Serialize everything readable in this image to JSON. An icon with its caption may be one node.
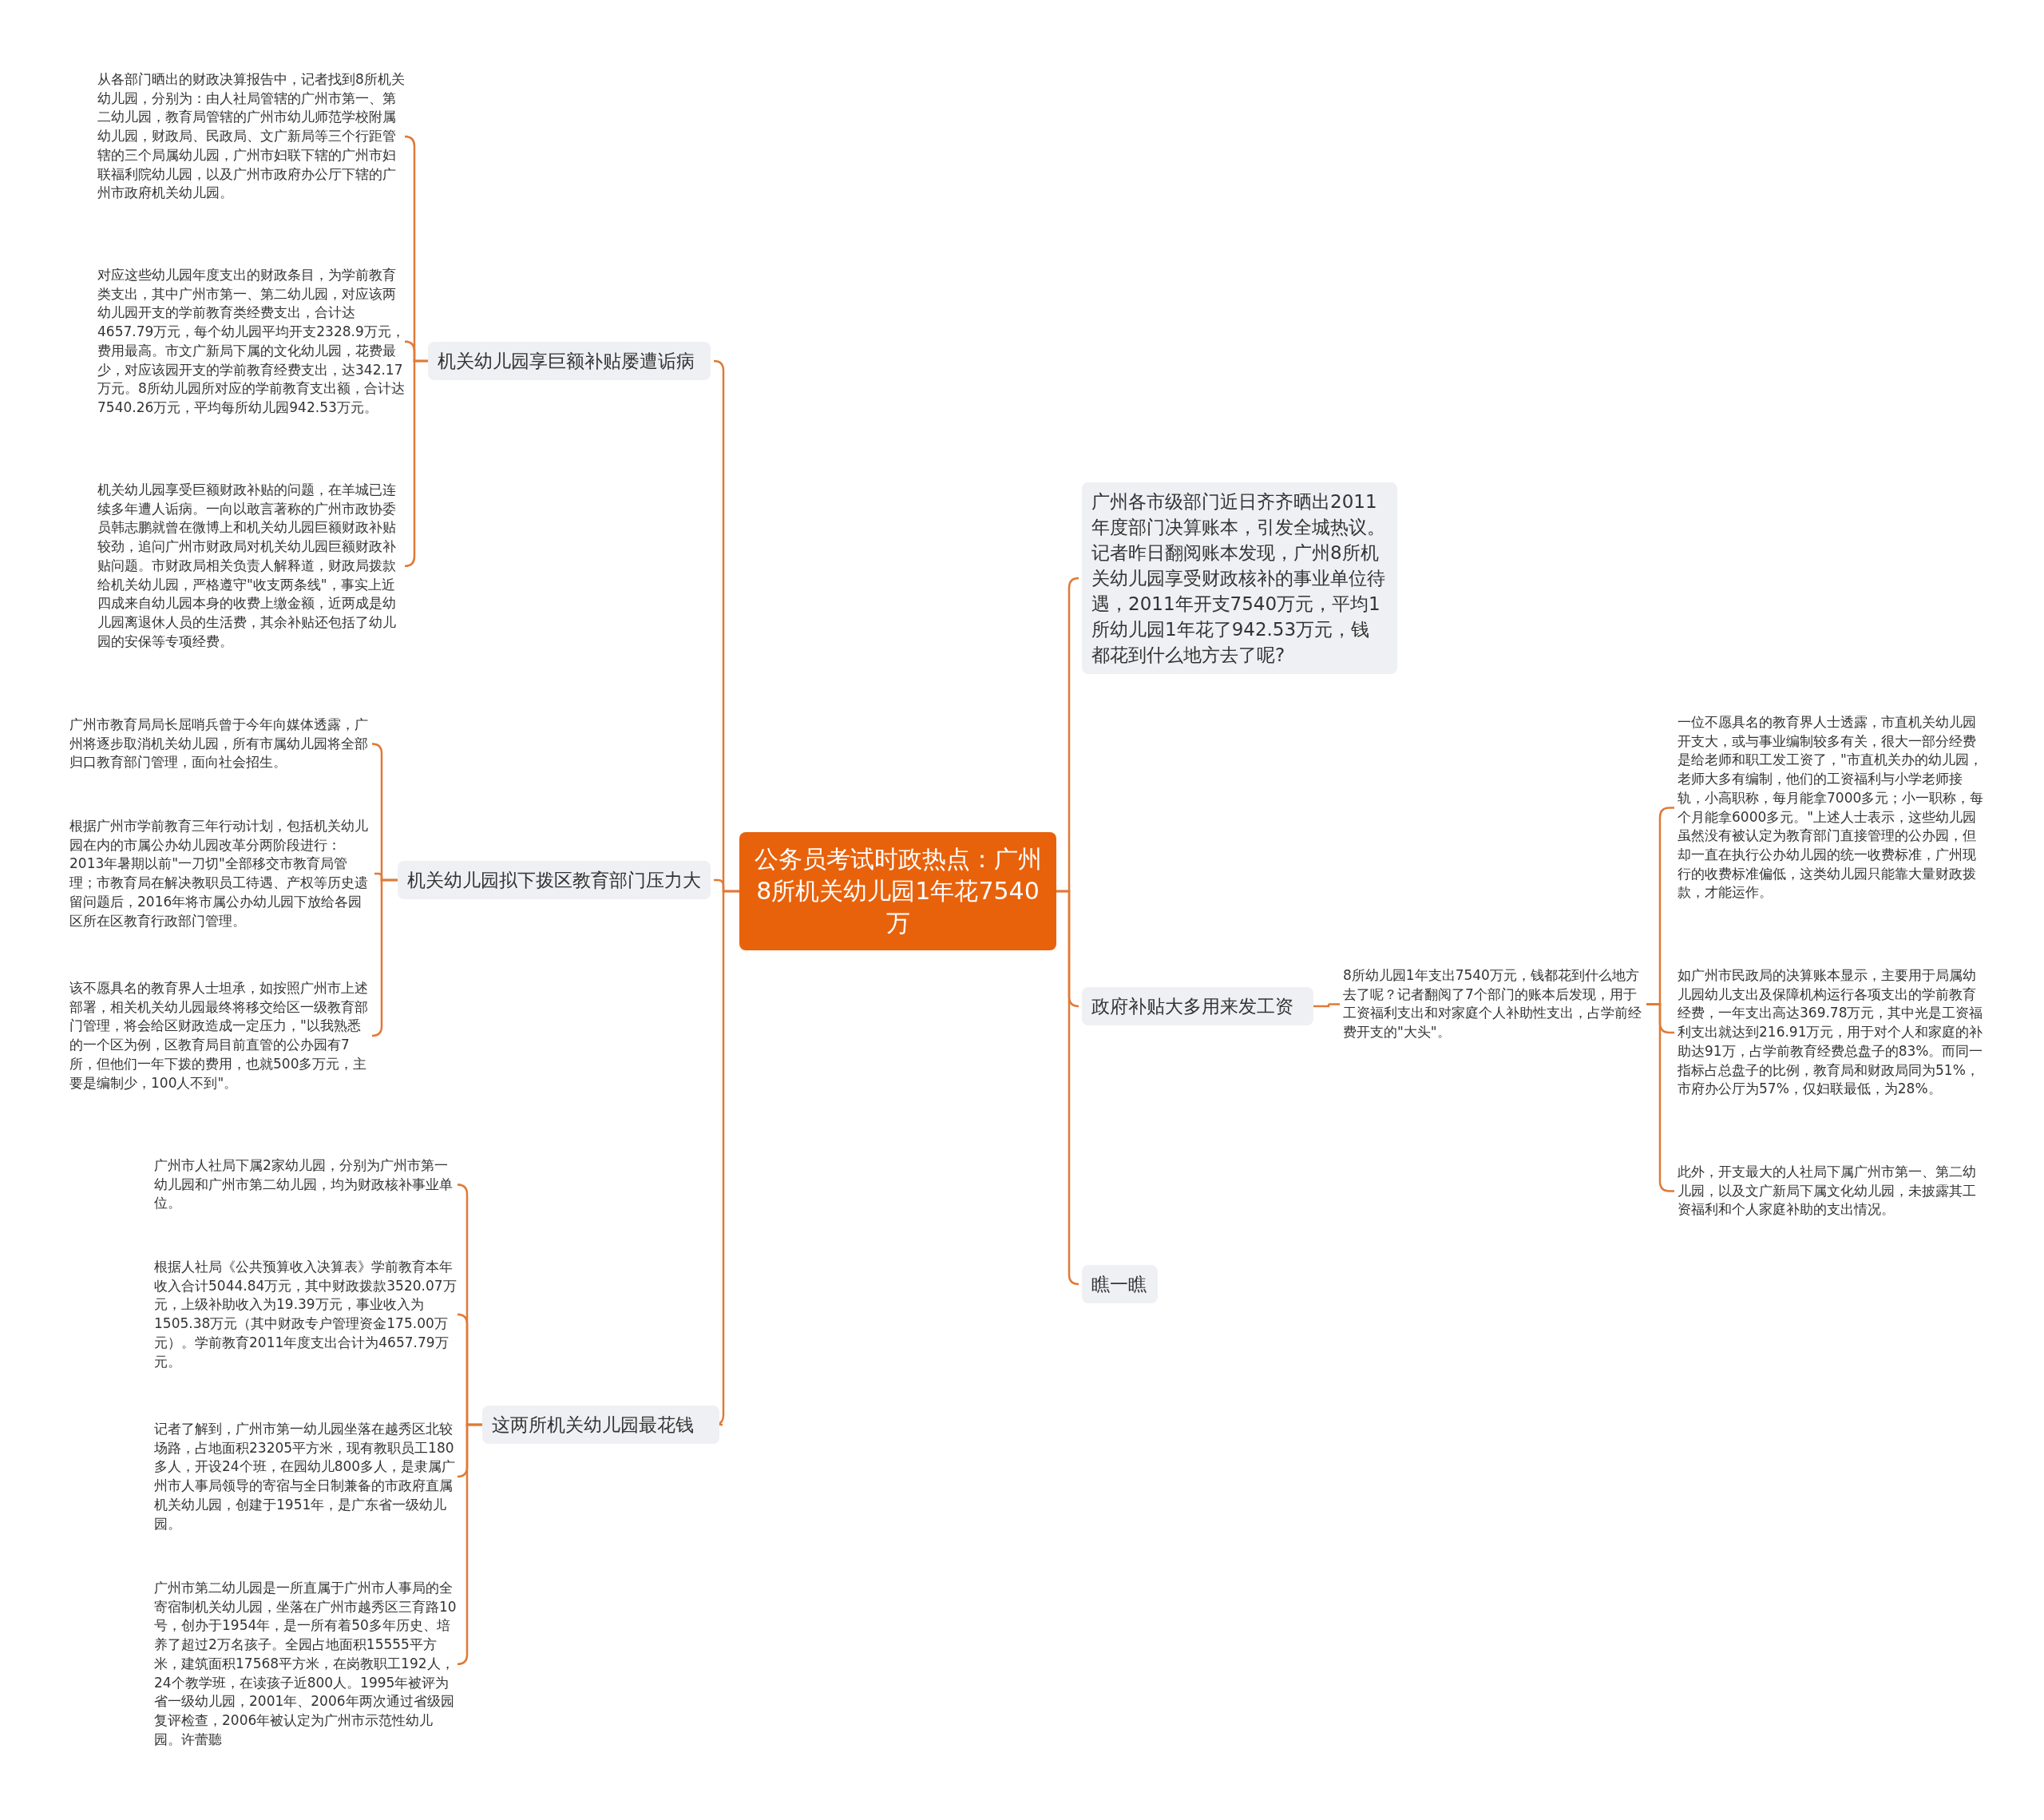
{
  "diagram": {
    "nodes": [
      {
        "text": [
          "公务员考试时政热点：广州8所机关幼儿园1年花7540万"
        ]
      },
      {
        "text": [
          "机关幼儿园享巨额补贴屡遭诟病"
        ]
      },
      {
        "text": [
          "从各部门晒出的财政决算报告中，记者找到8所机关幼儿园，分别为：由人社局管辖的广州市第一、第二幼儿园，教育局管辖的广州市幼儿师范学校附属幼儿园，财政局、民政局、文广新局等三个行距管辖的三个局属幼儿园，广州市妇联下辖的广州市妇联福利院幼儿园，以及广州市政府办公厅下辖的广州市政府机关幼儿园。"
        ]
      },
      {
        "text": [
          "对应这些幼儿园年度支出的财政条目，为学前教育类支出，其中广州市第一、第二幼儿园，对应该两幼儿园开支的学前教育类经费支出，合计达4657.79万元，每个幼儿园平均开支2328.9万元，费用最高。市文广新局下属的文化幼儿园，花费最少，对应该园开支的学前教育经费支出，达342.17万元。8所幼儿园所对应的学前教育支出额，合计达7540.26万元，平均每所幼儿园942.53万元。"
        ]
      },
      {
        "text": [
          "机关幼儿园享受巨额财政补贴的问题，在羊城已连续多年遭人诟病。一向以敢言著称的广州市政协委员韩志鹏就曾在微博上和机关幼儿园巨额财政补贴较劲，追问广州市财政局对机关幼儿园巨额财政补贴问题。市财政局相关负责人解释道，财政局拨款给机关幼儿园，严格遵守\"收支两条线\"，事实上近四成来自幼儿园本身的收费上缴金额，近两成是幼儿园离退休人员的生活费，其余补贴还包括了幼儿园的安保等专项经费。"
        ]
      },
      {
        "text": [
          "机关幼儿园拟下拨区教育部门压力大"
        ]
      },
      {
        "text": [
          "广州市教育局局长屈哨兵曾于今年向媒体透露，广州将逐步取消机关幼儿园，所有市属幼儿园将全部归口教育部门管理，面向社会招生。"
        ]
      },
      {
        "text": [
          "根据广州市学前教育三年行动计划，包括机关幼儿园在内的市属公办幼儿园改革分两阶段进行：2013年暑期以前\"一刀切\"全部移交市教育局管理；市教育局在解决教职员工待遇、产权等历史遗留问题后，2016年将市属公办幼儿园下放给各园区所在区教育行政部门管理。"
        ]
      },
      {
        "text": [
          "该不愿具名的教育界人士坦承，如按照广州市上述部署，相关机关幼儿园最终将移交给区一级教育部门管理，将会给区财政造成一定压力，\"以我熟悉的一个区为例，区教育局目前直管的公办园有7所，但他们一年下拨的费用，也就500多万元，主要是编制少，100人不到\"。"
        ]
      },
      {
        "text": [
          "这两所机关幼儿园最花钱"
        ]
      },
      {
        "text": [
          "广州市人社局下属2家幼儿园，分别为广州市第一幼儿园和广州市第二幼儿园，均为财政核补事业单位。"
        ]
      },
      {
        "text": [
          "根据人社局《公共预算收入决算表》学前教育本年收入合计5044.84万元，其中财政拨款3520.07万元，上级补助收入为19.39万元，事业收入为1505.38万元（其中财政专户管理资金175.00万元）。学前教育2011年度支出合计为4657.79万元。"
        ]
      },
      {
        "text": [
          "记者了解到，广州市第一幼儿园坐落在越秀区北较场路，占地面积23205平方米，现有教职员工180多人，开设24个班，在园幼儿800多人，是隶属广州市人事局领导的寄宿与全日制兼备的市政府直属机关幼儿园，创建于1951年，是广东省一级幼儿园。"
        ]
      },
      {
        "text": [
          "广州市第二幼儿园是一所直属于广州市人事局的全寄宿制机关幼儿园，坐落在广州市越秀区三育路10号，创办于1954年，是一所有着50多年历史、培养了超过2万名孩子。全园占地面积15555平方米，建筑面积17568平方米，在岗教职工192人，24个教学班，在读孩子近800人。1995年被评为省一级幼儿园，2001年、2006年两次通过省级园复评检查，2006年被认定为广州市示范性幼儿园。许蕾聽"
        ]
      },
      {
        "text": [
          "广州各市级部门近日齐齐晒出2011年度部门决算账本，引发全城热议。记者昨日翻阅账本发现，广州8所机关幼儿园享受财政核补的事业单位待遇，2011年开支7540万元，平均1所幼儿园1年花了942.53万元，钱都花到什么地方去了呢?"
        ]
      },
      {
        "text": [
          "政府补贴大多用来发工资"
        ]
      },
      {
        "text": [
          "8所幼儿园1年支出7540万元，钱都花到什么地方去了呢？记者翻阅了7个部门的账本后发现，用于工资福利支出和对家庭个人补助性支出，占学前经费开支的\"大头\"。"
        ]
      },
      {
        "text": [
          "一位不愿具名的教育界人士透露，市直机关幼儿园开支大，或与事业编制较多有关，很大一部分经费是给老师和职工发工资了，\"市直机关办的幼儿园，老师大多有编制，他们的工资福利与小学老师接轨，小高职称，每月能拿7000多元；小一职称，每个月能拿6000多元。\"上述人士表示，这些幼儿园虽然没有被认定为教育部门直接管理的公办园，但却一直在执行公办幼儿园的统一收费标准，广州现行的收费标准偏低，这类幼儿园只能靠大量财政拨款，才能运作。"
        ]
      },
      {
        "text": [
          "如广州市民政局的决算账本显示，主要用于局属幼儿园幼儿支出及保障机构运行各项支出的学前教育经费，一年支出高达369.78万元，其中光是工资福利支出就达到216.91万元，用于对个人和家庭的补助达91万，占学前教育经费总盘子的83%。而同一指标占总盘子的比例，教育局和财政局同为51%，市府办公厅为57%，仅妇联最低，为28%。"
        ]
      },
      {
        "text": [
          "此外，开支最大的人社局下属广州市第一、第二幼儿园，以及文广新局下属文化幼儿园，未披露其工资福利和个人家庭补助的支出情况。"
        ]
      },
      {
        "text": [
          "瞧一瞧"
        ]
      }
    ],
    "edges": [
      {
        "from": 0,
        "to": 1,
        "arrow": "none"
      },
      {
        "from": 0,
        "to": 5,
        "arrow": "none"
      },
      {
        "from": 0,
        "to": 9,
        "arrow": "none"
      },
      {
        "from": 0,
        "to": 14,
        "arrow": "none"
      },
      {
        "from": 0,
        "to": 15,
        "arrow": "none"
      },
      {
        "from": 0,
        "to": 20,
        "arrow": "none"
      },
      {
        "from": 1,
        "to": 2,
        "arrow": "none"
      },
      {
        "from": 1,
        "to": 3,
        "arrow": "none"
      },
      {
        "from": 1,
        "to": 4,
        "arrow": "none"
      },
      {
        "from": 5,
        "to": 6,
        "arrow": "none"
      },
      {
        "from": 5,
        "to": 7,
        "arrow": "none"
      },
      {
        "from": 5,
        "to": 8,
        "arrow": "none"
      },
      {
        "from": 9,
        "to": 10,
        "arrow": "none"
      },
      {
        "from": 9,
        "to": 11,
        "arrow": "none"
      },
      {
        "from": 9,
        "to": 12,
        "arrow": "none"
      },
      {
        "from": 9,
        "to": 13,
        "arrow": "none"
      },
      {
        "from": 15,
        "to": 16,
        "arrow": "none"
      },
      {
        "from": 16,
        "to": 17,
        "arrow": "none"
      },
      {
        "from": 16,
        "to": 18,
        "arrow": "none"
      },
      {
        "from": 16,
        "to": 19,
        "arrow": "none"
      }
    ]
  }
}
